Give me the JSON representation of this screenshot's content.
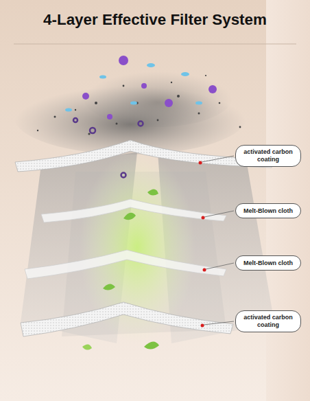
{
  "diagram": {
    "title": "4-Layer Effective Filter System",
    "nodes": [
      {
        "text": [
          "activated carbon coating"
        ]
      },
      {
        "text": [
          "Melt-Blown cloth"
        ]
      },
      {
        "text": [
          "Melt-Blown cloth"
        ]
      },
      {
        "text": [
          "activated carbon coating"
        ]
      }
    ]
  }
}
